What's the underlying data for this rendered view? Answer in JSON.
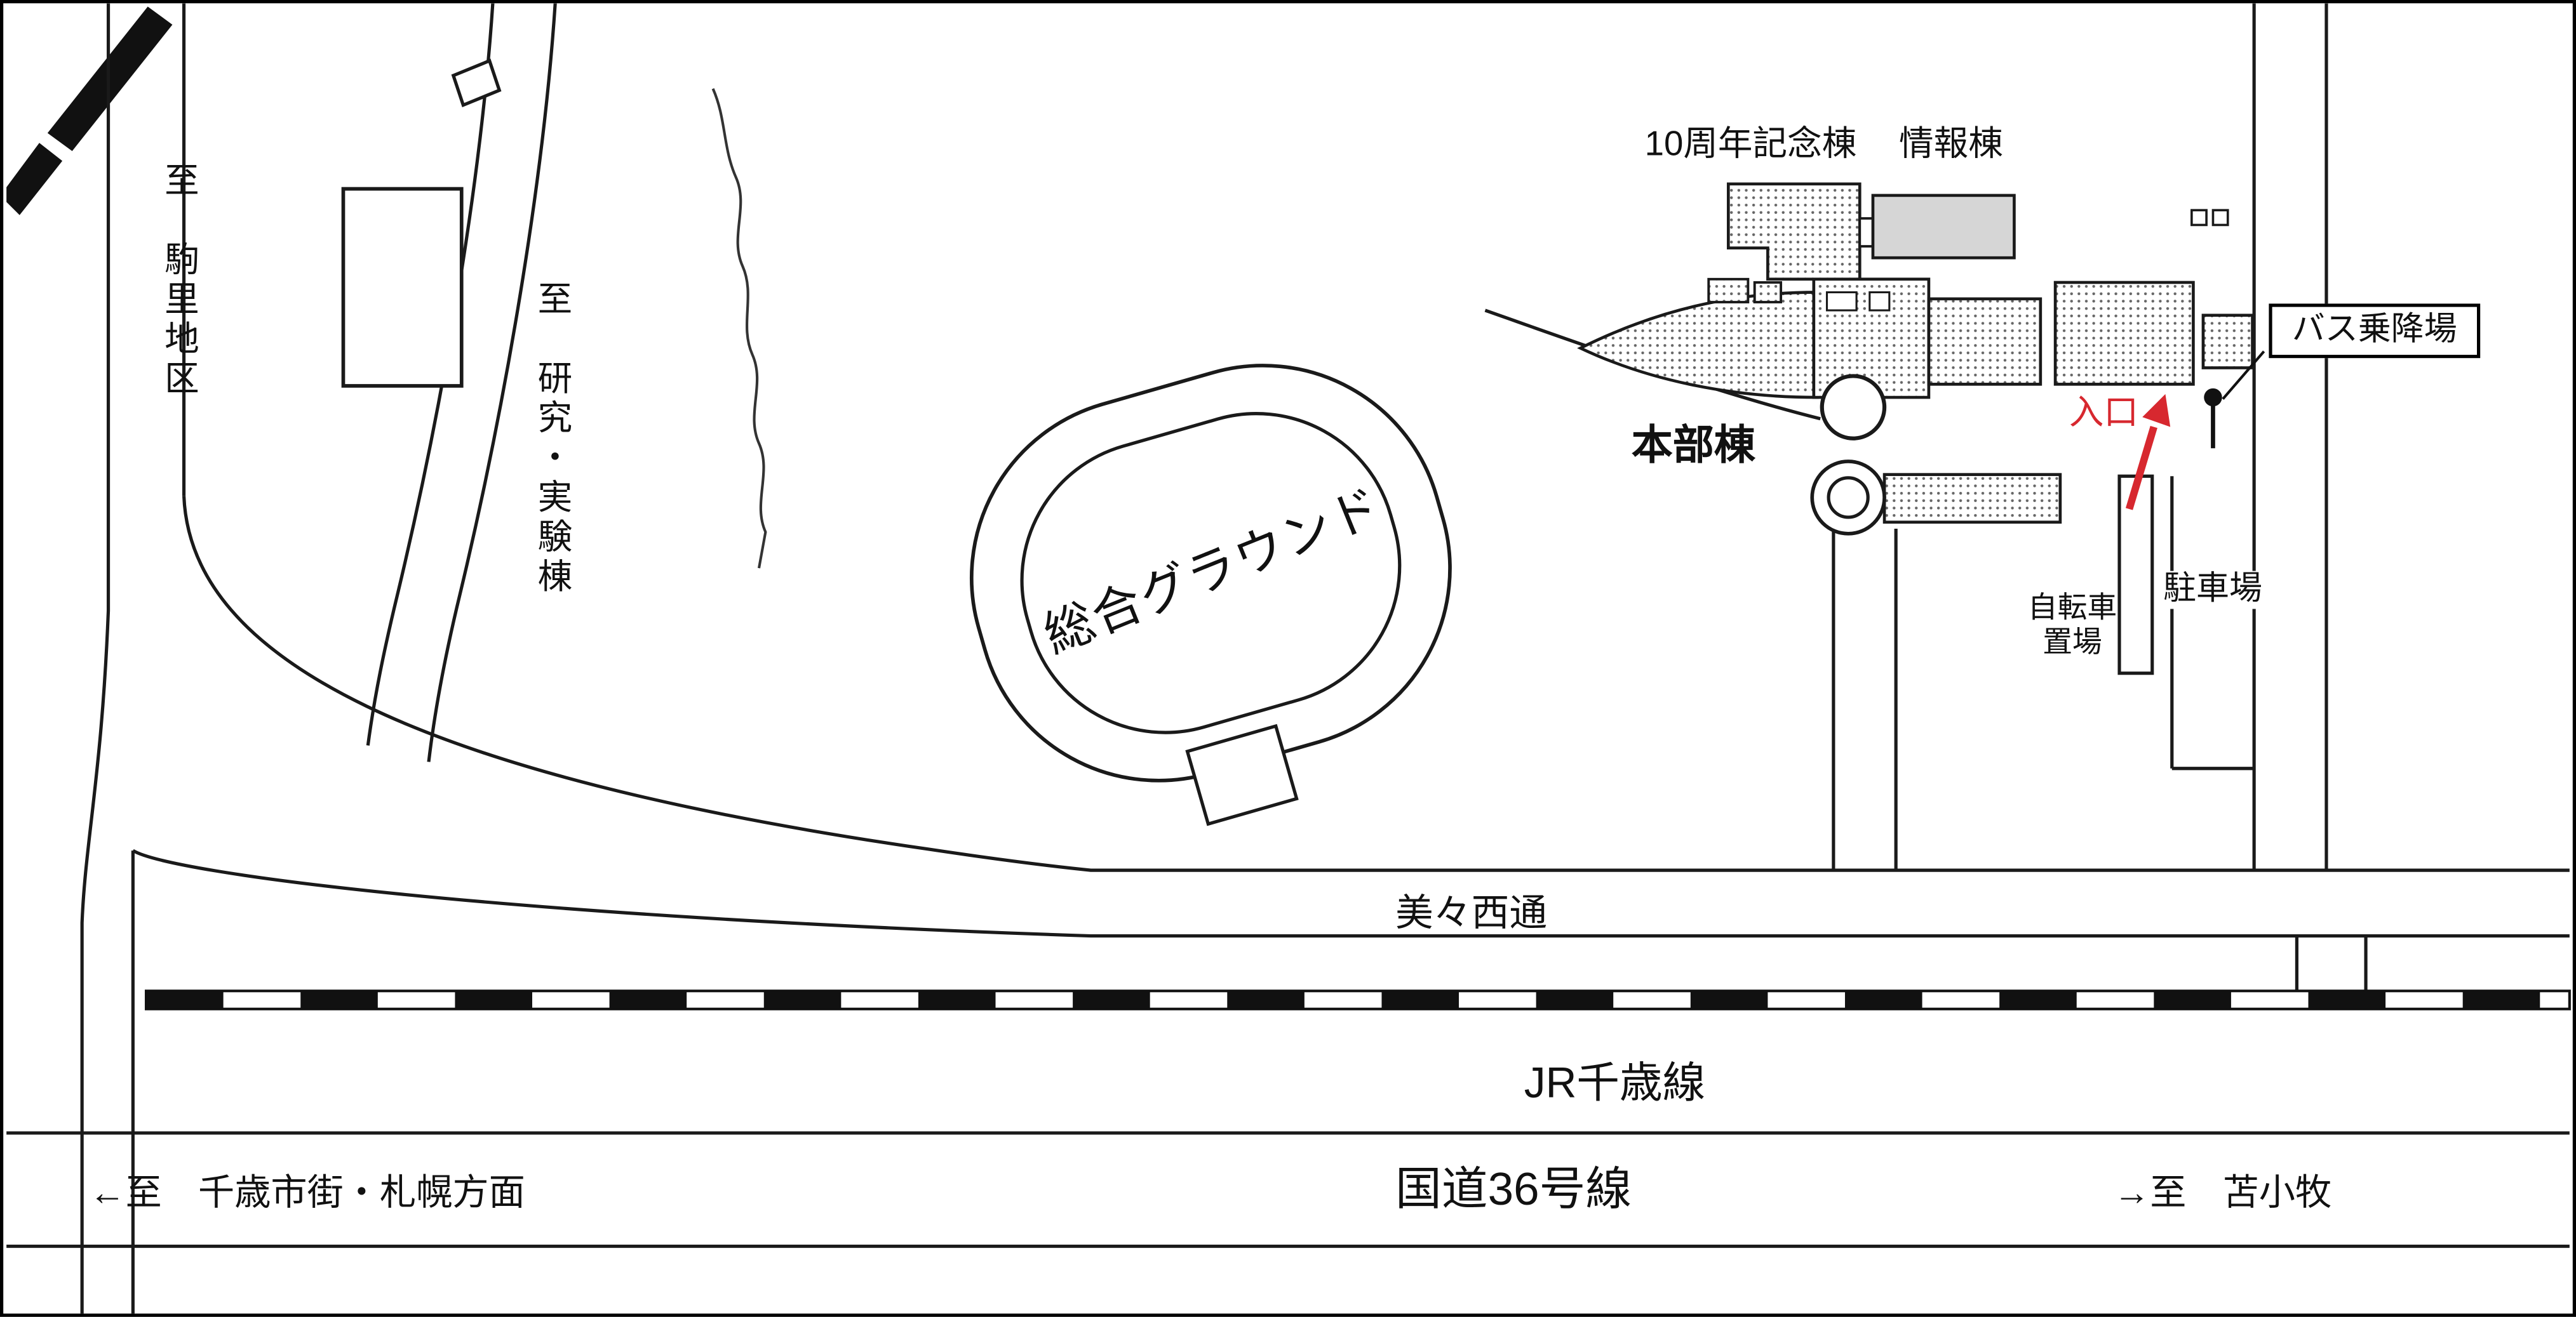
{
  "labels": {
    "to_komasato": "至　駒里地区",
    "to_kenkyu_jikken": "至　研究・実験棟",
    "sogo_ground": "総合グラウンド",
    "kinen_to": "10周年記念棟",
    "joho_to": "情報棟",
    "honbu_to": "本部棟",
    "bus_stop": "バス乗降場",
    "entrance": "入口",
    "parking": "駐車場",
    "bicycle_parking": "自転車\n置場",
    "bibi_nishi_dori": "美々西通",
    "jr_chitose_line": "JR千歳線",
    "route36": "国道36号線",
    "to_chitose_sapporo": "←至　千歳市街・札幌方面",
    "to_tomakomai": "→至　苫小牧"
  },
  "colors": {
    "line": "#1a1a1a",
    "accent_red": "#d7282f",
    "building_gray": "#d6d6d6",
    "background": "#ffffff"
  },
  "icons": {
    "bus_stop_pole": "bus-stop-pole-icon",
    "entrance_arrow": "red-arrow-up-icon"
  }
}
